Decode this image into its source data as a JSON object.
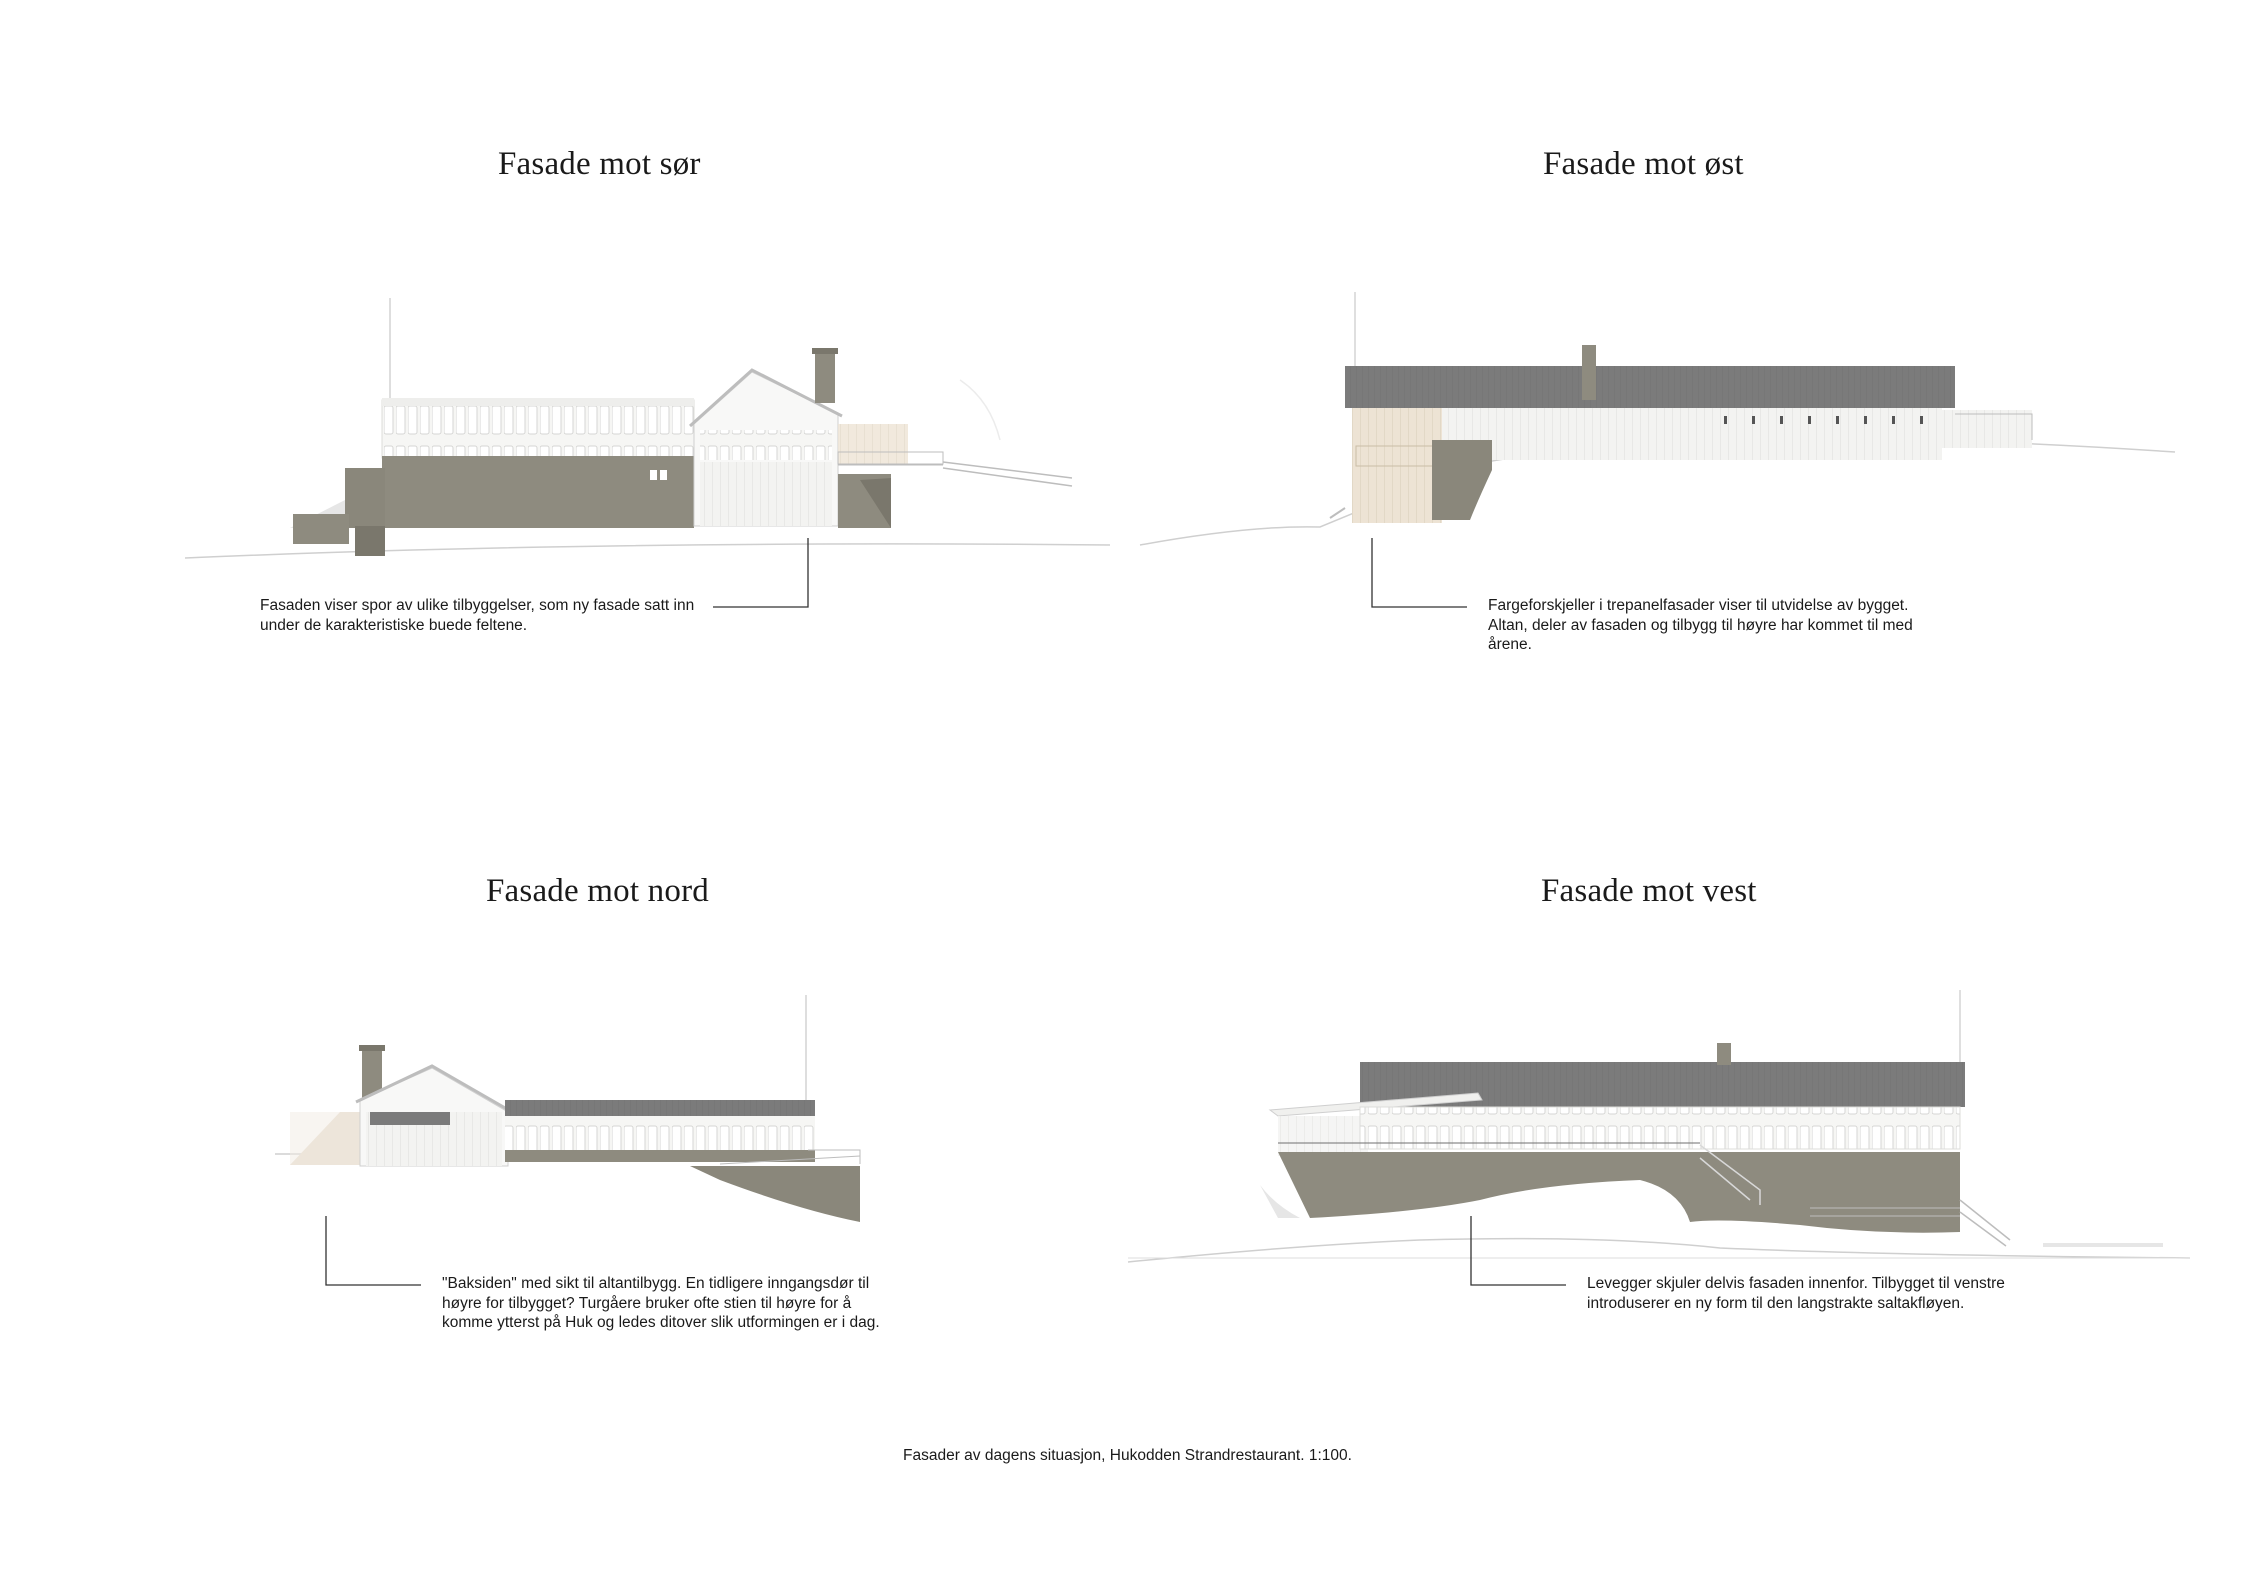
{
  "facades": [
    {
      "title": "Fasade mot sør",
      "caption": "Fasaden viser spor av ulike tilbyggelser, som ny fasade satt inn under de karakteristiske buede feltene."
    },
    {
      "title": "Fasade mot øst",
      "caption": "Fargeforskjeller i trepanelfasader viser til utvidelse av bygget. Altan, deler av fasaden og tilbygg til høyre har kommet til med årene."
    },
    {
      "title": "Fasade mot nord",
      "caption": "\"Baksiden\" med sikt til altantilbygg. En tidligere inngangsdør til høyre for tilbygget? Turgåere bruker ofte stien til høyre for å komme ytterst på Huk og ledes ditover slik utformingen er i dag."
    },
    {
      "title": "Fasade mot vest",
      "caption": "Levegger skjuler delvis fasaden innenfor. Tilbygget til venstre introduserer en ny form til den langstrakte saltakfløyen."
    }
  ],
  "footer": "Fasader av dagens situasjon, Hukodden Strandrestaurant. 1:100.",
  "colors": {
    "roof": "#7b7b7b",
    "wall_taupe": "#8e8b7f",
    "wood_light": "#e8ded0",
    "line": "#333333"
  }
}
